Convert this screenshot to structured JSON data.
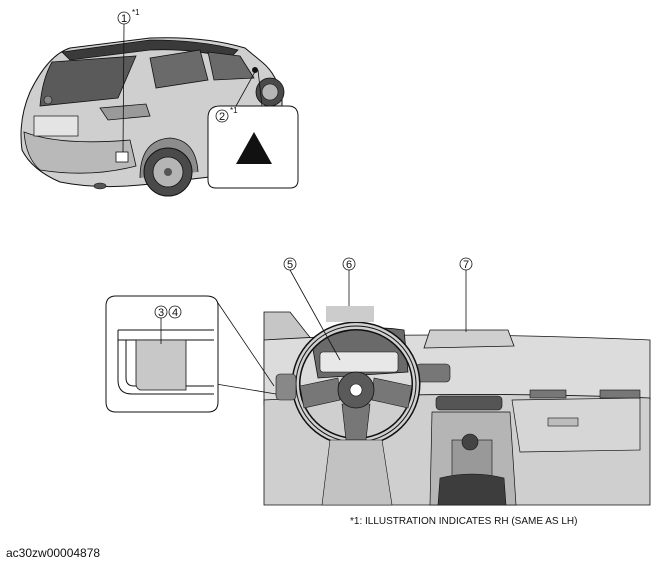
{
  "callouts": {
    "c1": "1",
    "c1_sup": "*1",
    "c2": "2",
    "c2_sup": "*1",
    "c3": "3",
    "c4": "4",
    "c5": "5",
    "c6": "6",
    "c7": "7"
  },
  "footnote": "*1: ILLUSTRATION INDICATES RH (SAME AS LH)",
  "doc_id": "ac30zw00004878",
  "icons": {
    "warning": "warning-triangle-icon"
  },
  "colors": {
    "line": "#111111",
    "shade": "#d8d8d8",
    "dark_shade": "#9e9e9e"
  }
}
